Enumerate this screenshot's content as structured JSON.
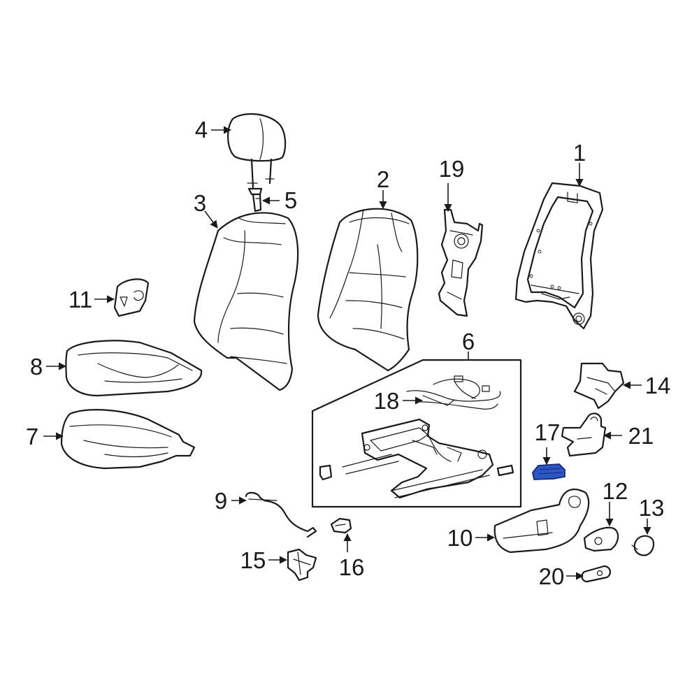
{
  "highlight_color": "#2b56c6",
  "callouts": {
    "c1": "1",
    "c2": "2",
    "c3": "3",
    "c4": "4",
    "c5": "5",
    "c6": "6",
    "c7": "7",
    "c8": "8",
    "c9": "9",
    "c10": "10",
    "c11": "11",
    "c12": "12",
    "c13": "13",
    "c14": "14",
    "c15": "15",
    "c16": "16",
    "c17": "17",
    "c18": "18",
    "c19": "19",
    "c20": "20",
    "c21": "21"
  }
}
